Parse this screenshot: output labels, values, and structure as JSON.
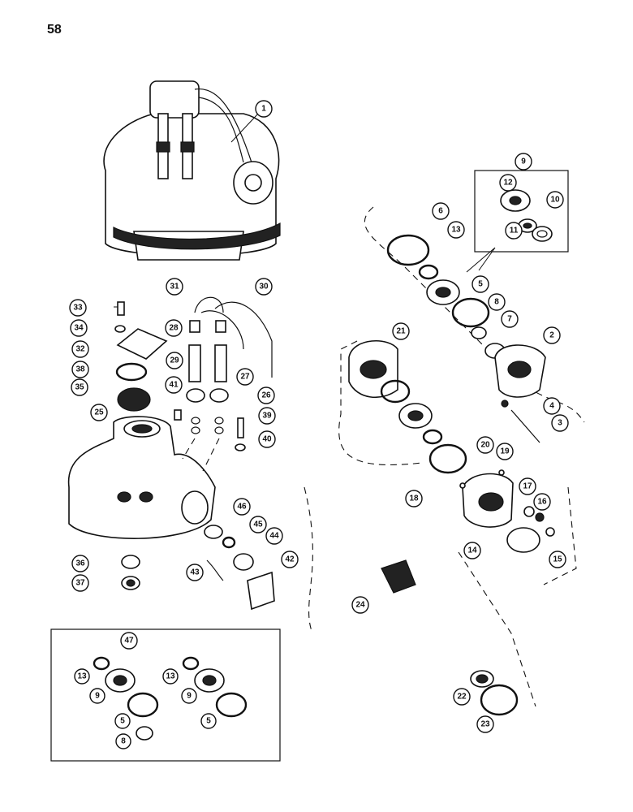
{
  "page": {
    "number": "58"
  },
  "callouts": [
    "1",
    "2",
    "3",
    "4",
    "5",
    "6",
    "7",
    "8",
    "9",
    "10",
    "11",
    "12",
    "13",
    "14",
    "15",
    "16",
    "17",
    "18",
    "19",
    "20",
    "21",
    "22",
    "23",
    "24",
    "25",
    "26",
    "27",
    "28",
    "29",
    "30",
    "31",
    "32",
    "33",
    "34",
    "35",
    "36",
    "37",
    "38",
    "39",
    "40",
    "41",
    "42",
    "43",
    "44",
    "45",
    "46",
    "47"
  ]
}
